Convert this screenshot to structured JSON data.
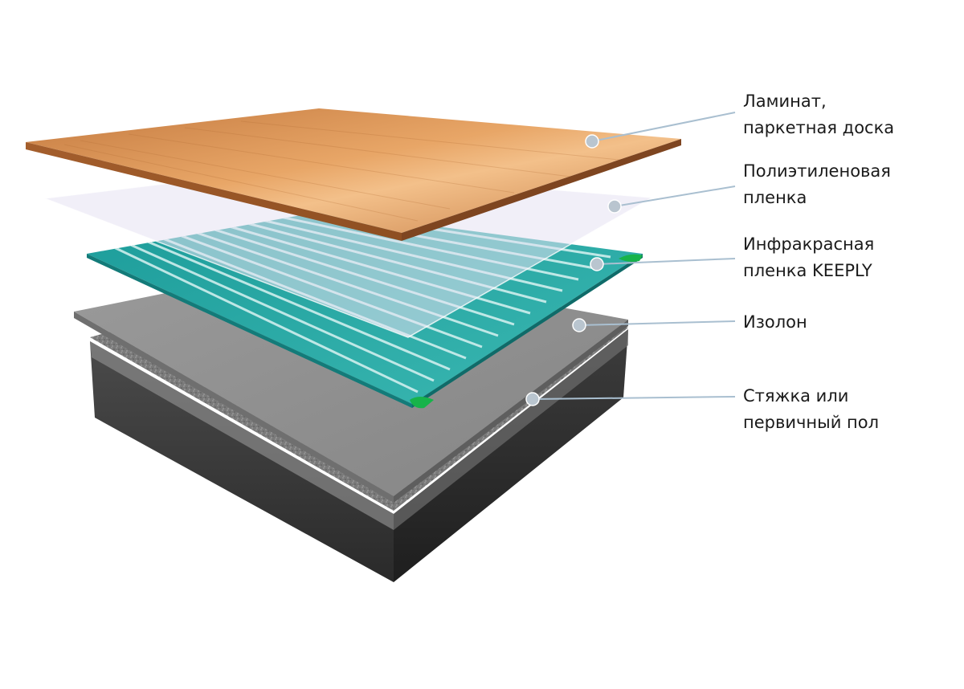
{
  "layers": [
    {
      "id": "laminate",
      "lines": [
        "Ламинат,",
        "паркетная доска"
      ]
    },
    {
      "id": "polyethylene",
      "lines": [
        "Полиэтиленовая",
        "пленка"
      ]
    },
    {
      "id": "infrared",
      "lines": [
        "Инфракрасная",
        "пленка KEEPLY"
      ]
    },
    {
      "id": "izolon",
      "lines": [
        "Изолон"
      ]
    },
    {
      "id": "screed",
      "lines": [
        "Стяжка или",
        "первичный пол"
      ]
    }
  ],
  "colors": {
    "wood": "#d9965a",
    "film": "#2aa7a5",
    "contact": "#17b34a",
    "izolon": "#8f8f8f",
    "screed": "#5e5e5e",
    "leader": "#a9bfd0"
  }
}
